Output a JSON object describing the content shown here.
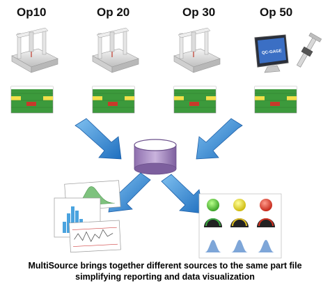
{
  "operations": [
    {
      "label": "Op10",
      "machine": "cmm-machine-icon"
    },
    {
      "label": "Op 20",
      "machine": "cmm-machine-icon"
    },
    {
      "label": "Op 30",
      "machine": "cmm-machine-icon"
    },
    {
      "label": "Op 50",
      "machine": "qc-gage-monitor-and-caliper-icon",
      "monitor_text": "QC-GAGE"
    }
  ],
  "database": {
    "icon": "database-cylinder-icon",
    "color": "#b39ac8"
  },
  "arrows": {
    "color": "#3a8fd8"
  },
  "outputs": [
    {
      "name": "stacked-chart-reports",
      "icon": "chart-report-stack-icon"
    },
    {
      "name": "gauge-dashboard",
      "icon": "gauge-dashboard-icon"
    }
  ],
  "caption": {
    "line1": "MultiSource brings together different sources to the same part file",
    "line2": "simplifying reporting and data visualization"
  }
}
